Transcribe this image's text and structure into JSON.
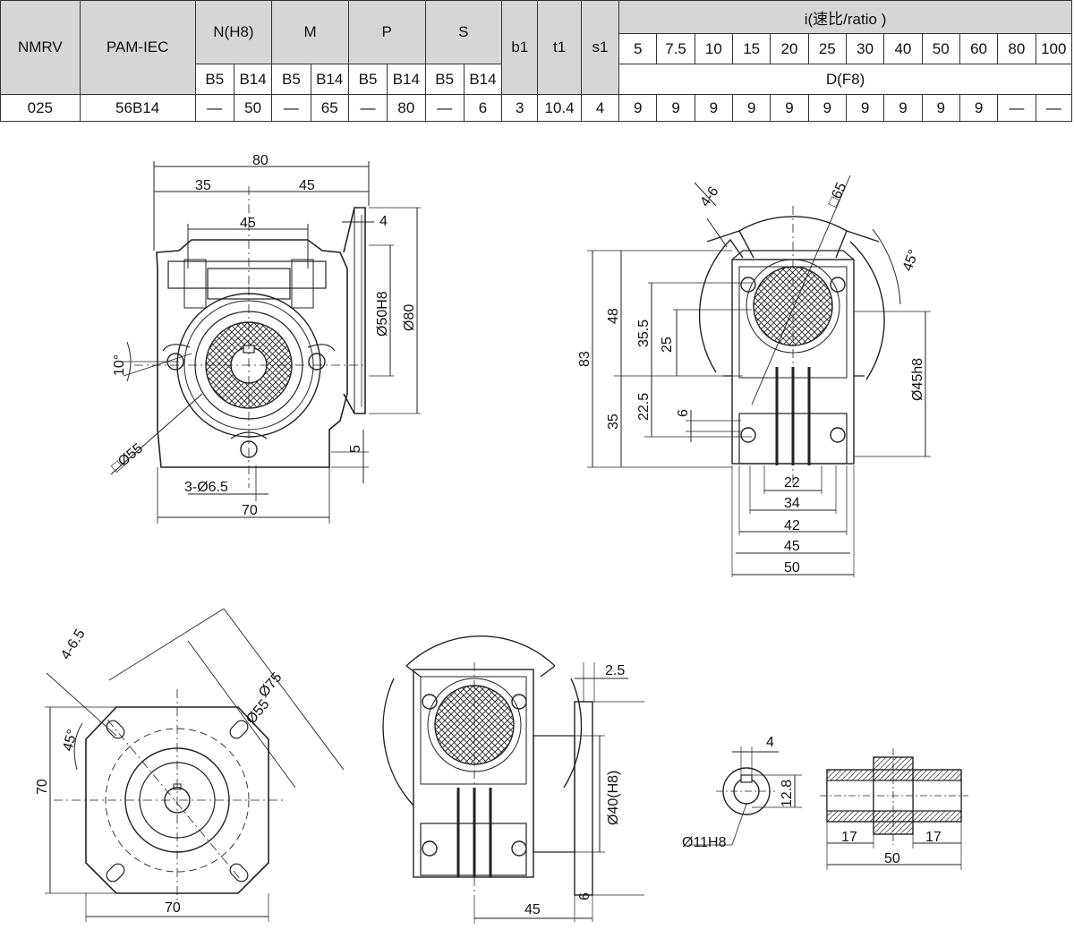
{
  "table": {
    "col_nmrv": "NMRV",
    "col_pam": "PAM-IEC",
    "col_n": "N(H8)",
    "col_m": "M",
    "col_p": "P",
    "col_s": "S",
    "col_b1": "b1",
    "col_t1": "t1",
    "col_s1": "s1",
    "ratio_header": "i(速比/ratio )",
    "ratios": [
      "5",
      "7.5",
      "10",
      "15",
      "20",
      "25",
      "30",
      "40",
      "50",
      "60",
      "80",
      "100"
    ],
    "sub_b5": "B5",
    "sub_b14": "B14",
    "d_label": "D(F8)",
    "row": {
      "nmrv": "025",
      "pam": "56B14",
      "n_b5": "—",
      "n_b14": "50",
      "m_b5": "—",
      "m_b14": "65",
      "p_b5": "—",
      "p_b14": "80",
      "s_b5": "—",
      "s_b14": "6",
      "b1": "3",
      "t1": "10.4",
      "s1": "4",
      "d": [
        "9",
        "9",
        "9",
        "9",
        "9",
        "9",
        "9",
        "9",
        "9",
        "9",
        "—",
        "—"
      ]
    }
  },
  "front_view": {
    "dim_80": "80",
    "dim_35": "35",
    "dim_45_top": "45",
    "dim_45_mid": "45",
    "dim_4": "4",
    "dim_50h8": "Ø50H8",
    "dim_d80": "Ø80",
    "dim_10deg": "10°",
    "dim_55sq": "□Ø55",
    "dim_5": "5",
    "dim_holes": "3-Ø6.5",
    "dim_70": "70"
  },
  "side_view": {
    "dim_4_6": "4-6",
    "dim_sq65": "□65",
    "dim_45deg": "45°",
    "dim_83": "83",
    "dim_48": "48",
    "dim_35_5": "35.5",
    "dim_25": "25",
    "dim_35": "35",
    "dim_22_5": "22.5",
    "dim_6": "6",
    "dim_45h8": "Ø45h8",
    "dim_22": "22",
    "dim_34": "34",
    "dim_42": "42",
    "dim_45": "45",
    "dim_50": "50"
  },
  "flange_view": {
    "dim_4_6_5": "4-6.5",
    "dim_75": "Ø75",
    "dim_55": "Ø55",
    "dim_45deg": "45°",
    "dim_70_v": "70",
    "dim_70_h": "70"
  },
  "rear_view": {
    "dim_2_5": "2.5",
    "dim_40h8": "Ø40(H8)",
    "dim_6": "6",
    "dim_45": "45"
  },
  "shaft_view": {
    "dim_4": "4",
    "dim_12_8": "12.8",
    "dim_11h8": "Ø11H8",
    "dim_17_l": "17",
    "dim_17_r": "17",
    "dim_50": "50"
  }
}
